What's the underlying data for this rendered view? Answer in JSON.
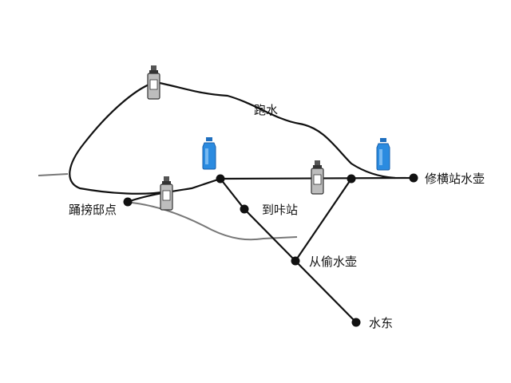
{
  "labels": {
    "path_top": "跑水",
    "east_end": "修横站水壶",
    "start_point": "踊搒邸点",
    "mid_station": "到咔站",
    "junction": "从偷水壶",
    "south_end": "水东"
  },
  "colors": {
    "line": "#111111",
    "faint_path": "#777777",
    "bottle_blue": "#2b8be0",
    "bottle_gray": "#8a8a8a"
  },
  "icons": [
    "water-bottle-icon",
    "spray-bottle-icon"
  ]
}
